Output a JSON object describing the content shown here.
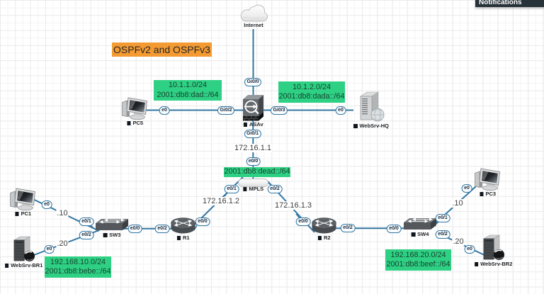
{
  "notifications": {
    "label": "Notifications"
  },
  "title_box": {
    "text": "OSPFv2 and OSPFv3"
  },
  "nodes": [
    {
      "name": "Internet",
      "type": "cloud"
    },
    {
      "name": "ASAv",
      "type": "firewall"
    },
    {
      "name": "PC5",
      "type": "pc"
    },
    {
      "name": "WebSrv-HQ",
      "type": "server"
    },
    {
      "name": "MPLS",
      "type": "network"
    },
    {
      "name": "R1",
      "type": "router"
    },
    {
      "name": "R2",
      "type": "router"
    },
    {
      "name": "SW3",
      "type": "switch"
    },
    {
      "name": "SW4",
      "type": "switch"
    },
    {
      "name": "PC1",
      "type": "pc"
    },
    {
      "name": "PC3",
      "type": "pc"
    },
    {
      "name": "WebSrv-BR1",
      "type": "server"
    },
    {
      "name": "WebSrv-BR2",
      "type": "server"
    }
  ],
  "interface_labels": [
    {
      "text": "Gi0/0"
    },
    {
      "text": "e0"
    },
    {
      "text": "Gi0/2"
    },
    {
      "text": "Gi0/3"
    },
    {
      "text": "e0"
    },
    {
      "text": "Gi0/1"
    },
    {
      "text": "e0/0"
    },
    {
      "text": "e0/1"
    },
    {
      "text": "e0/2"
    },
    {
      "text": "e0/0"
    },
    {
      "text": "e0/2"
    },
    {
      "text": "e0/0"
    },
    {
      "text": "e0/1"
    },
    {
      "text": "e0/2"
    },
    {
      "text": "e0"
    },
    {
      "text": "e0"
    },
    {
      "text": "e0/0"
    },
    {
      "text": "e0/2"
    },
    {
      "text": "e0/0"
    },
    {
      "text": "e0/1"
    },
    {
      "text": "e0/2"
    },
    {
      "text": "e0"
    },
    {
      "text": "e0"
    }
  ],
  "ip_labels": [
    {
      "text": "172.16.1.1"
    },
    {
      "text": "172.16.1.2"
    },
    {
      "text": "172.16.1.3"
    },
    {
      "text": ".10"
    },
    {
      "text": ".20"
    },
    {
      "text": ".10"
    },
    {
      "text": ".20"
    }
  ],
  "network_labels": [
    {
      "line1": "10.1.1.0/24",
      "line2": "2001:db8:dad::/64"
    },
    {
      "line1": "10.1.2.0/24",
      "line2": "2001:db8:dada::/64"
    },
    {
      "line1": "2001:db8:dead::/64"
    },
    {
      "line1": "192.168.10.0/24",
      "line2": "2001:db8:bebe::/64"
    },
    {
      "line1": "192.168.20.0/24",
      "line2": "2001:db8:beef::/64"
    }
  ],
  "colors": {
    "link": "#3277a3",
    "network_label_bg": "#2ed184",
    "title_bg": "#f39b32",
    "notifications_bg": "#273238",
    "canvas_bg": "#ffffff"
  }
}
